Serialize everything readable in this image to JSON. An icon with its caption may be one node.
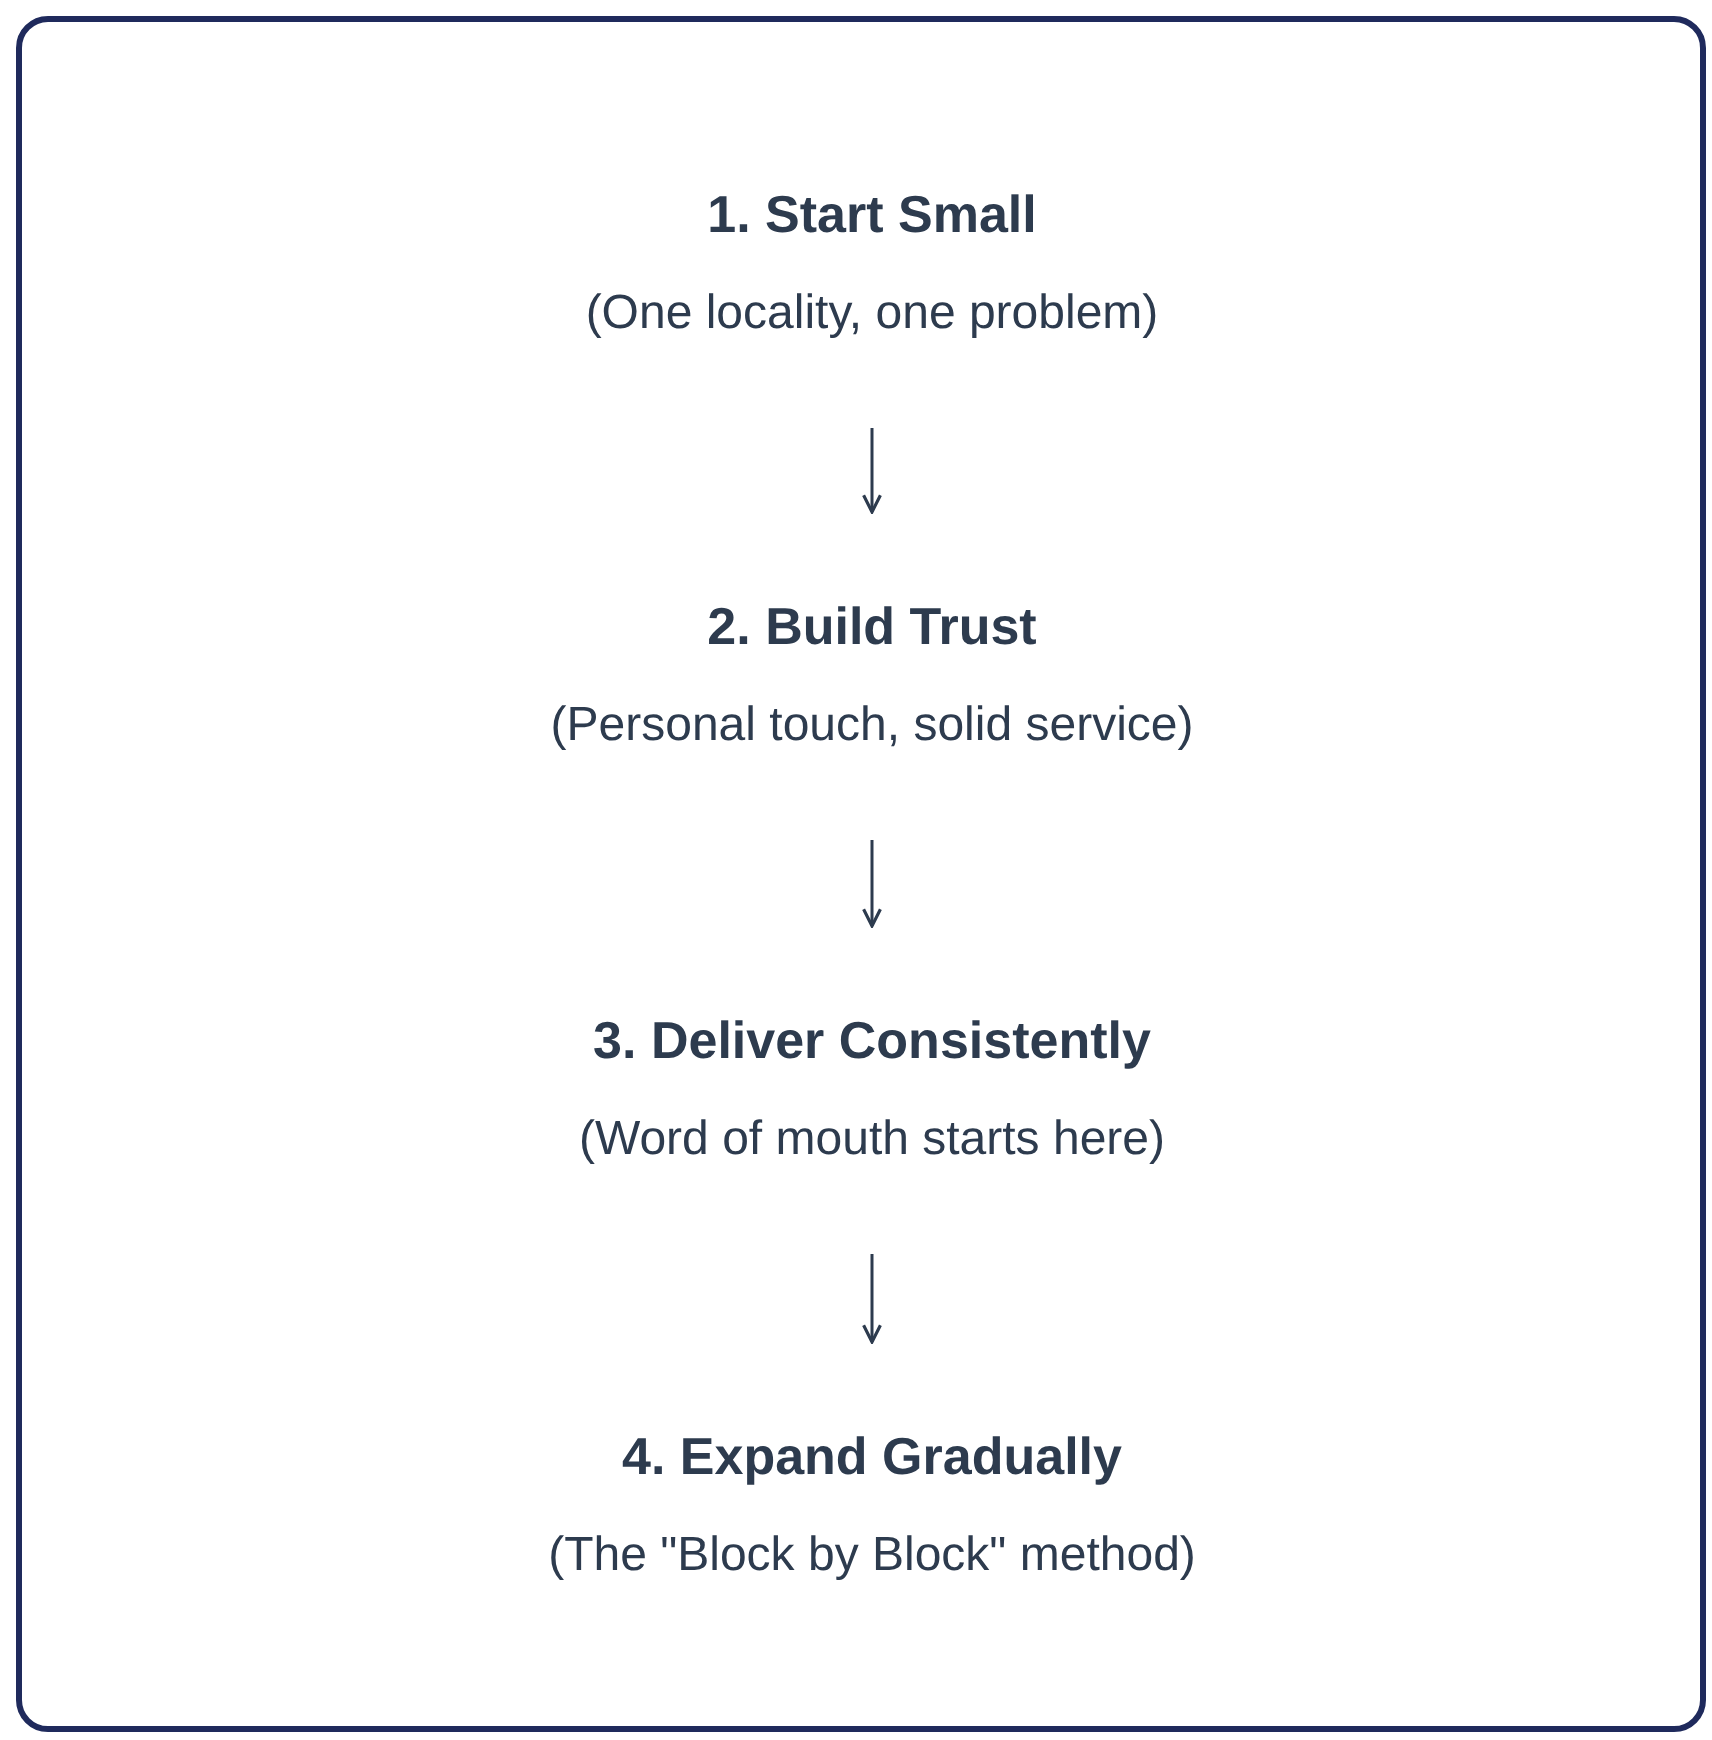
{
  "diagram": {
    "nodes": [
      {
        "text": [],
        "shape": "box"
      },
      {
        "text": [
          "1. Start Small",
          "(One locality, one problem)"
        ],
        "in": 0
      },
      {
        "text": [
          "2. Build Trust",
          "(Personal touch, solid service)"
        ],
        "in": 0
      },
      {
        "text": [
          "3. Deliver Consistently",
          "(Word of mouth starts here)"
        ],
        "in": 0
      },
      {
        "text": [
          "4. Expand Gradually",
          "(The \"Block by Block\" method)"
        ],
        "in": 0
      }
    ],
    "edges": [
      {
        "from": 1,
        "to": 2,
        "arrow": "to"
      },
      {
        "from": 2,
        "to": 3,
        "arrow": "to"
      },
      {
        "from": 3,
        "to": 4,
        "arrow": "to"
      }
    ]
  }
}
